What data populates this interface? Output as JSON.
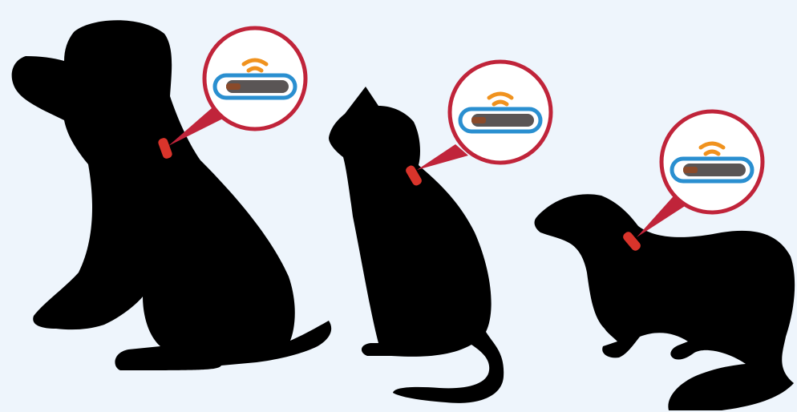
{
  "colors": {
    "background": "#eef5fc",
    "silhouette": "#000000",
    "callout_ring": "#c0243a",
    "chip_marker": "#d9342b",
    "wifi_arcs": "#f0921e",
    "chip_outline": "#2a8fd0",
    "chip_body": "#5a5555",
    "chip_tip": "#8a4a2a"
  },
  "panels": [
    {
      "animal": "dog",
      "silhouette_icon": "dog-silhouette-icon",
      "callout_icon": "microchip-icon",
      "signal_icon": "wifi-signal-icon"
    },
    {
      "animal": "cat",
      "silhouette_icon": "cat-silhouette-icon",
      "callout_icon": "microchip-icon",
      "signal_icon": "wifi-signal-icon"
    },
    {
      "animal": "ferret",
      "silhouette_icon": "ferret-silhouette-icon",
      "callout_icon": "microchip-icon",
      "signal_icon": "wifi-signal-icon"
    }
  ]
}
